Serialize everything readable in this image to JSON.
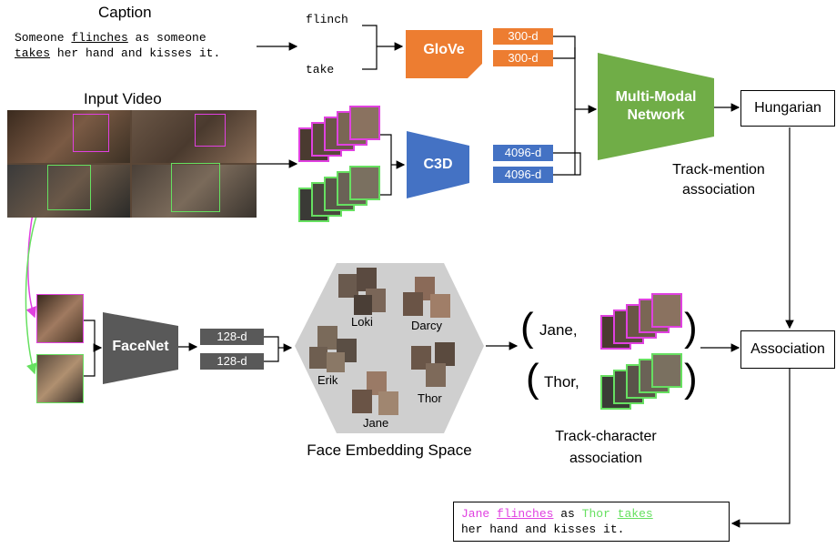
{
  "caption": {
    "title": "Caption",
    "line1_pre": "Someone ",
    "line1_verb": "flinches",
    "line1_post": " as someone",
    "line2_verb": "takes",
    "line2_post": " her hand and kisses it."
  },
  "tokens": {
    "flinch": "flinch",
    "take": "take"
  },
  "glove": {
    "label": "GloVe",
    "dim1": "300-d",
    "dim2": "300-d"
  },
  "video": {
    "title": "Input Video"
  },
  "c3d": {
    "label": "C3D",
    "dim1": "4096-d",
    "dim2": "4096-d"
  },
  "mmn": {
    "line1": "Multi-Modal",
    "line2": "Network"
  },
  "hungarian": {
    "label": "Hungarian",
    "sub1": "Track-mention",
    "sub2": "association"
  },
  "facenet": {
    "label": "FaceNet",
    "dim1": "128-d",
    "dim2": "128-d"
  },
  "embedding": {
    "title": "Face Embedding Space",
    "names": [
      "Loki",
      "Darcy",
      "Erik",
      "Thor",
      "Jane"
    ]
  },
  "tracks": {
    "jane": "Jane,",
    "thor": "Thor,",
    "sub1": "Track-character",
    "sub2": "association"
  },
  "association": {
    "label": "Association"
  },
  "output": {
    "jane": "Jane",
    "flinches": "flinches",
    "as": " as ",
    "thor": "Thor",
    "takes": "takes",
    "line2": "her hand and kisses it."
  },
  "colors": {
    "orange": "#ed7d31",
    "blue": "#4472c4",
    "green": "#70ad47",
    "gray": "#595959",
    "magenta": "#e040e0",
    "lightgreen": "#66e060"
  }
}
